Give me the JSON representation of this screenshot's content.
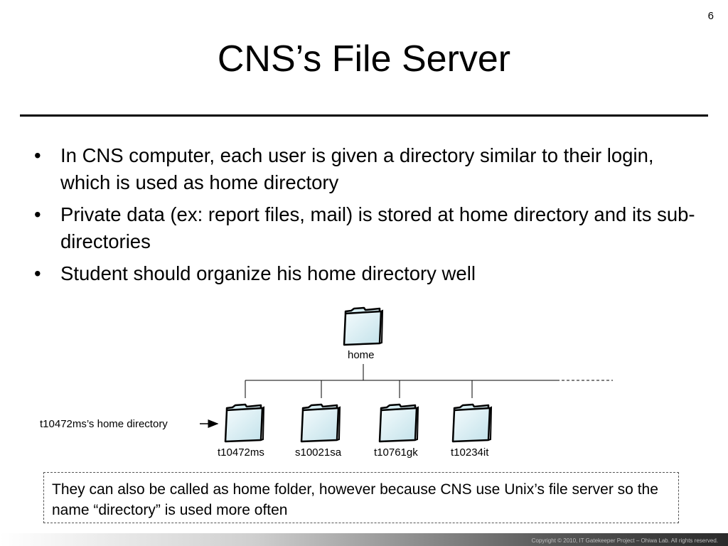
{
  "slide": {
    "page_number": "6",
    "title": "CNS’s File Server"
  },
  "bullets": [
    "In CNS computer, each user is given a directory similar to their login, which is used as home directory",
    "Private data (ex: report files, mail) is stored at home directory and its sub-directories",
    "Student should organize his home directory well"
  ],
  "diagram": {
    "root_label": "home",
    "children": [
      "t10472ms",
      "s10021sa",
      "t10761gk",
      "t10234it"
    ],
    "pointer_label": "t10472ms’s home directory",
    "icon": "folder-icon"
  },
  "note": "They can also be called as home folder, however because CNS use Unix’s file server so the name “directory” is used more often",
  "footer": {
    "copyright": "Copyright © 2010, IT Gatekeeper Project – Ohiwa Lab. All rights reserved."
  }
}
